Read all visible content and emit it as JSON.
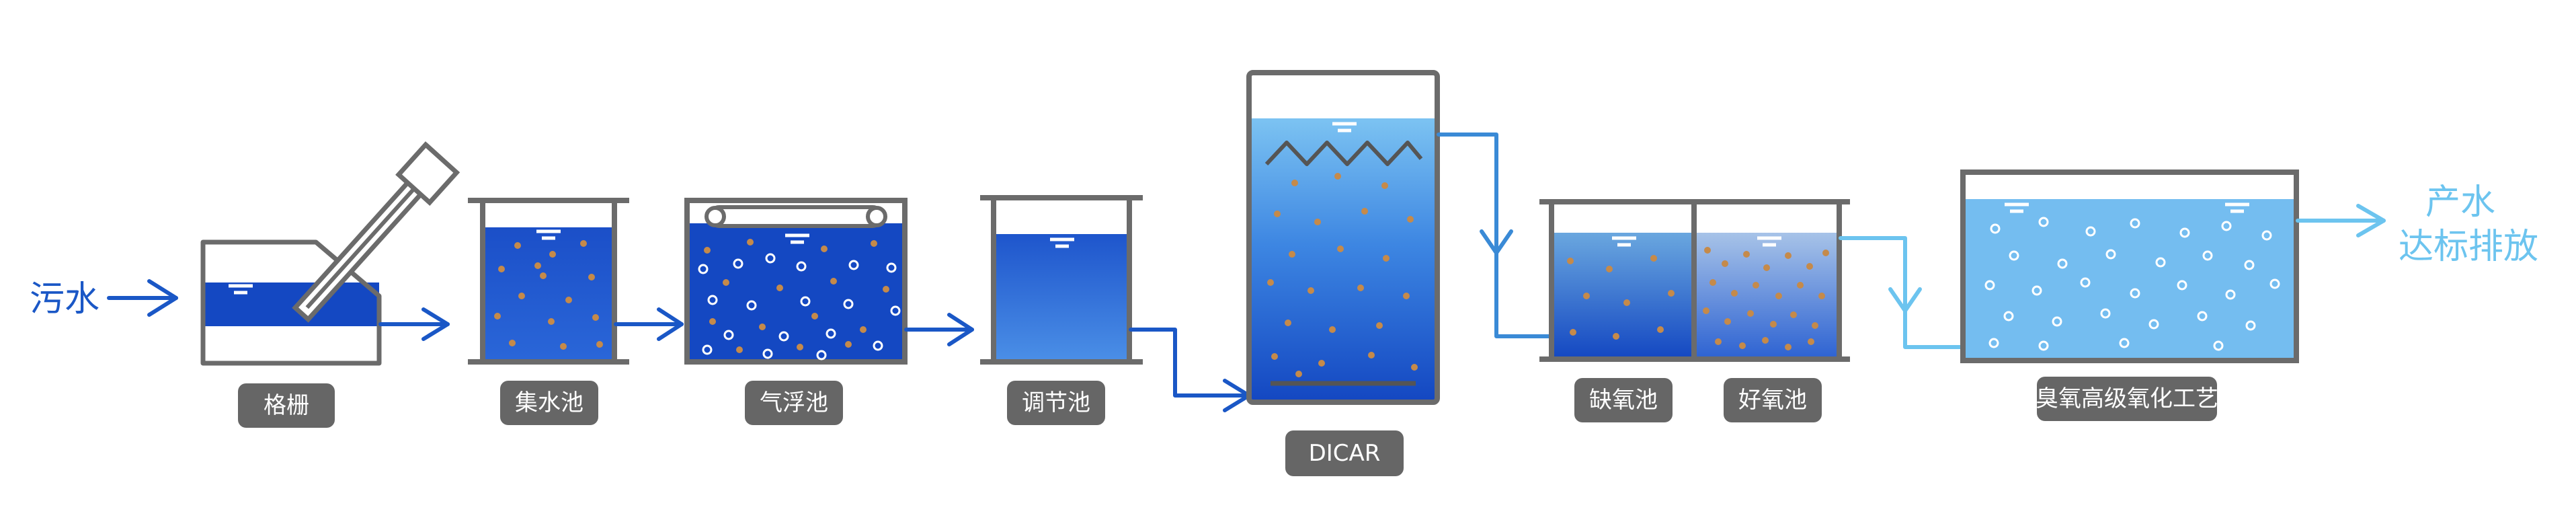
{
  "inflow": {
    "label": "污水"
  },
  "outflow": {
    "line1": "产水",
    "line2": "达标排放"
  },
  "units": {
    "screen": "格栅",
    "collection_tank": "集水池",
    "flotation_tank": "气浮池",
    "equalization_tank": "调节池",
    "dicar": "DICAR",
    "anoxic_tank": "缺氧池",
    "aerobic_tank": "好氧池",
    "ozone": "臭氧高级氧化工艺"
  },
  "colors": {
    "frame": "#6b6b6b",
    "water_dark": "#1448c2",
    "water_mid": "#3a7ee0",
    "water_light": "#74bdf0",
    "pipe_dark": "#1a57c6",
    "pipe_light": "#6cc4ef",
    "label_bg": "#666666",
    "particle": "#c58a4a"
  },
  "icons": [
    "arrow-right-icon",
    "arrow-down-icon",
    "bubble-icon",
    "particle-icon",
    "water-level-icon"
  ]
}
